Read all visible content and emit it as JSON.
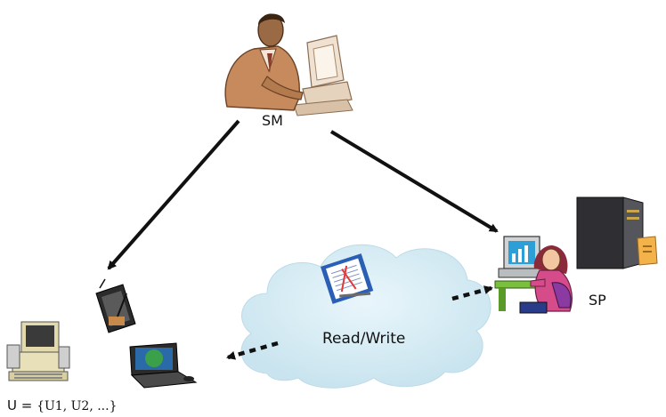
{
  "nodes": {
    "sm": {
      "label": "SM",
      "icon": "businessman-at-computer-icon"
    },
    "sp": {
      "label": "SP",
      "icon": "woman-at-workstation-with-server-icon"
    },
    "cloud": {
      "label": "Read/Write",
      "icon": "cloud-with-document-icon"
    },
    "users": {
      "label_prefix": "U = ",
      "label_set": "{U1, U2, ...}",
      "icons": [
        "desktop-computer-icon",
        "tablet-icon",
        "laptop-icon"
      ]
    }
  },
  "edges": [
    {
      "from": "SM",
      "to": "U",
      "style": "solid"
    },
    {
      "from": "SM",
      "to": "SP",
      "style": "solid"
    },
    {
      "from": "cloud",
      "to": "U",
      "style": "dashed"
    },
    {
      "from": "cloud",
      "to": "SP",
      "style": "dashed-bidirectional"
    }
  ],
  "colors": {
    "cloud_fill": "#d6ecf4",
    "arrow": "#111111",
    "suit": "#c68a5c",
    "shirt": "#d64b8a",
    "screen_blue": "#2b9fd6"
  }
}
